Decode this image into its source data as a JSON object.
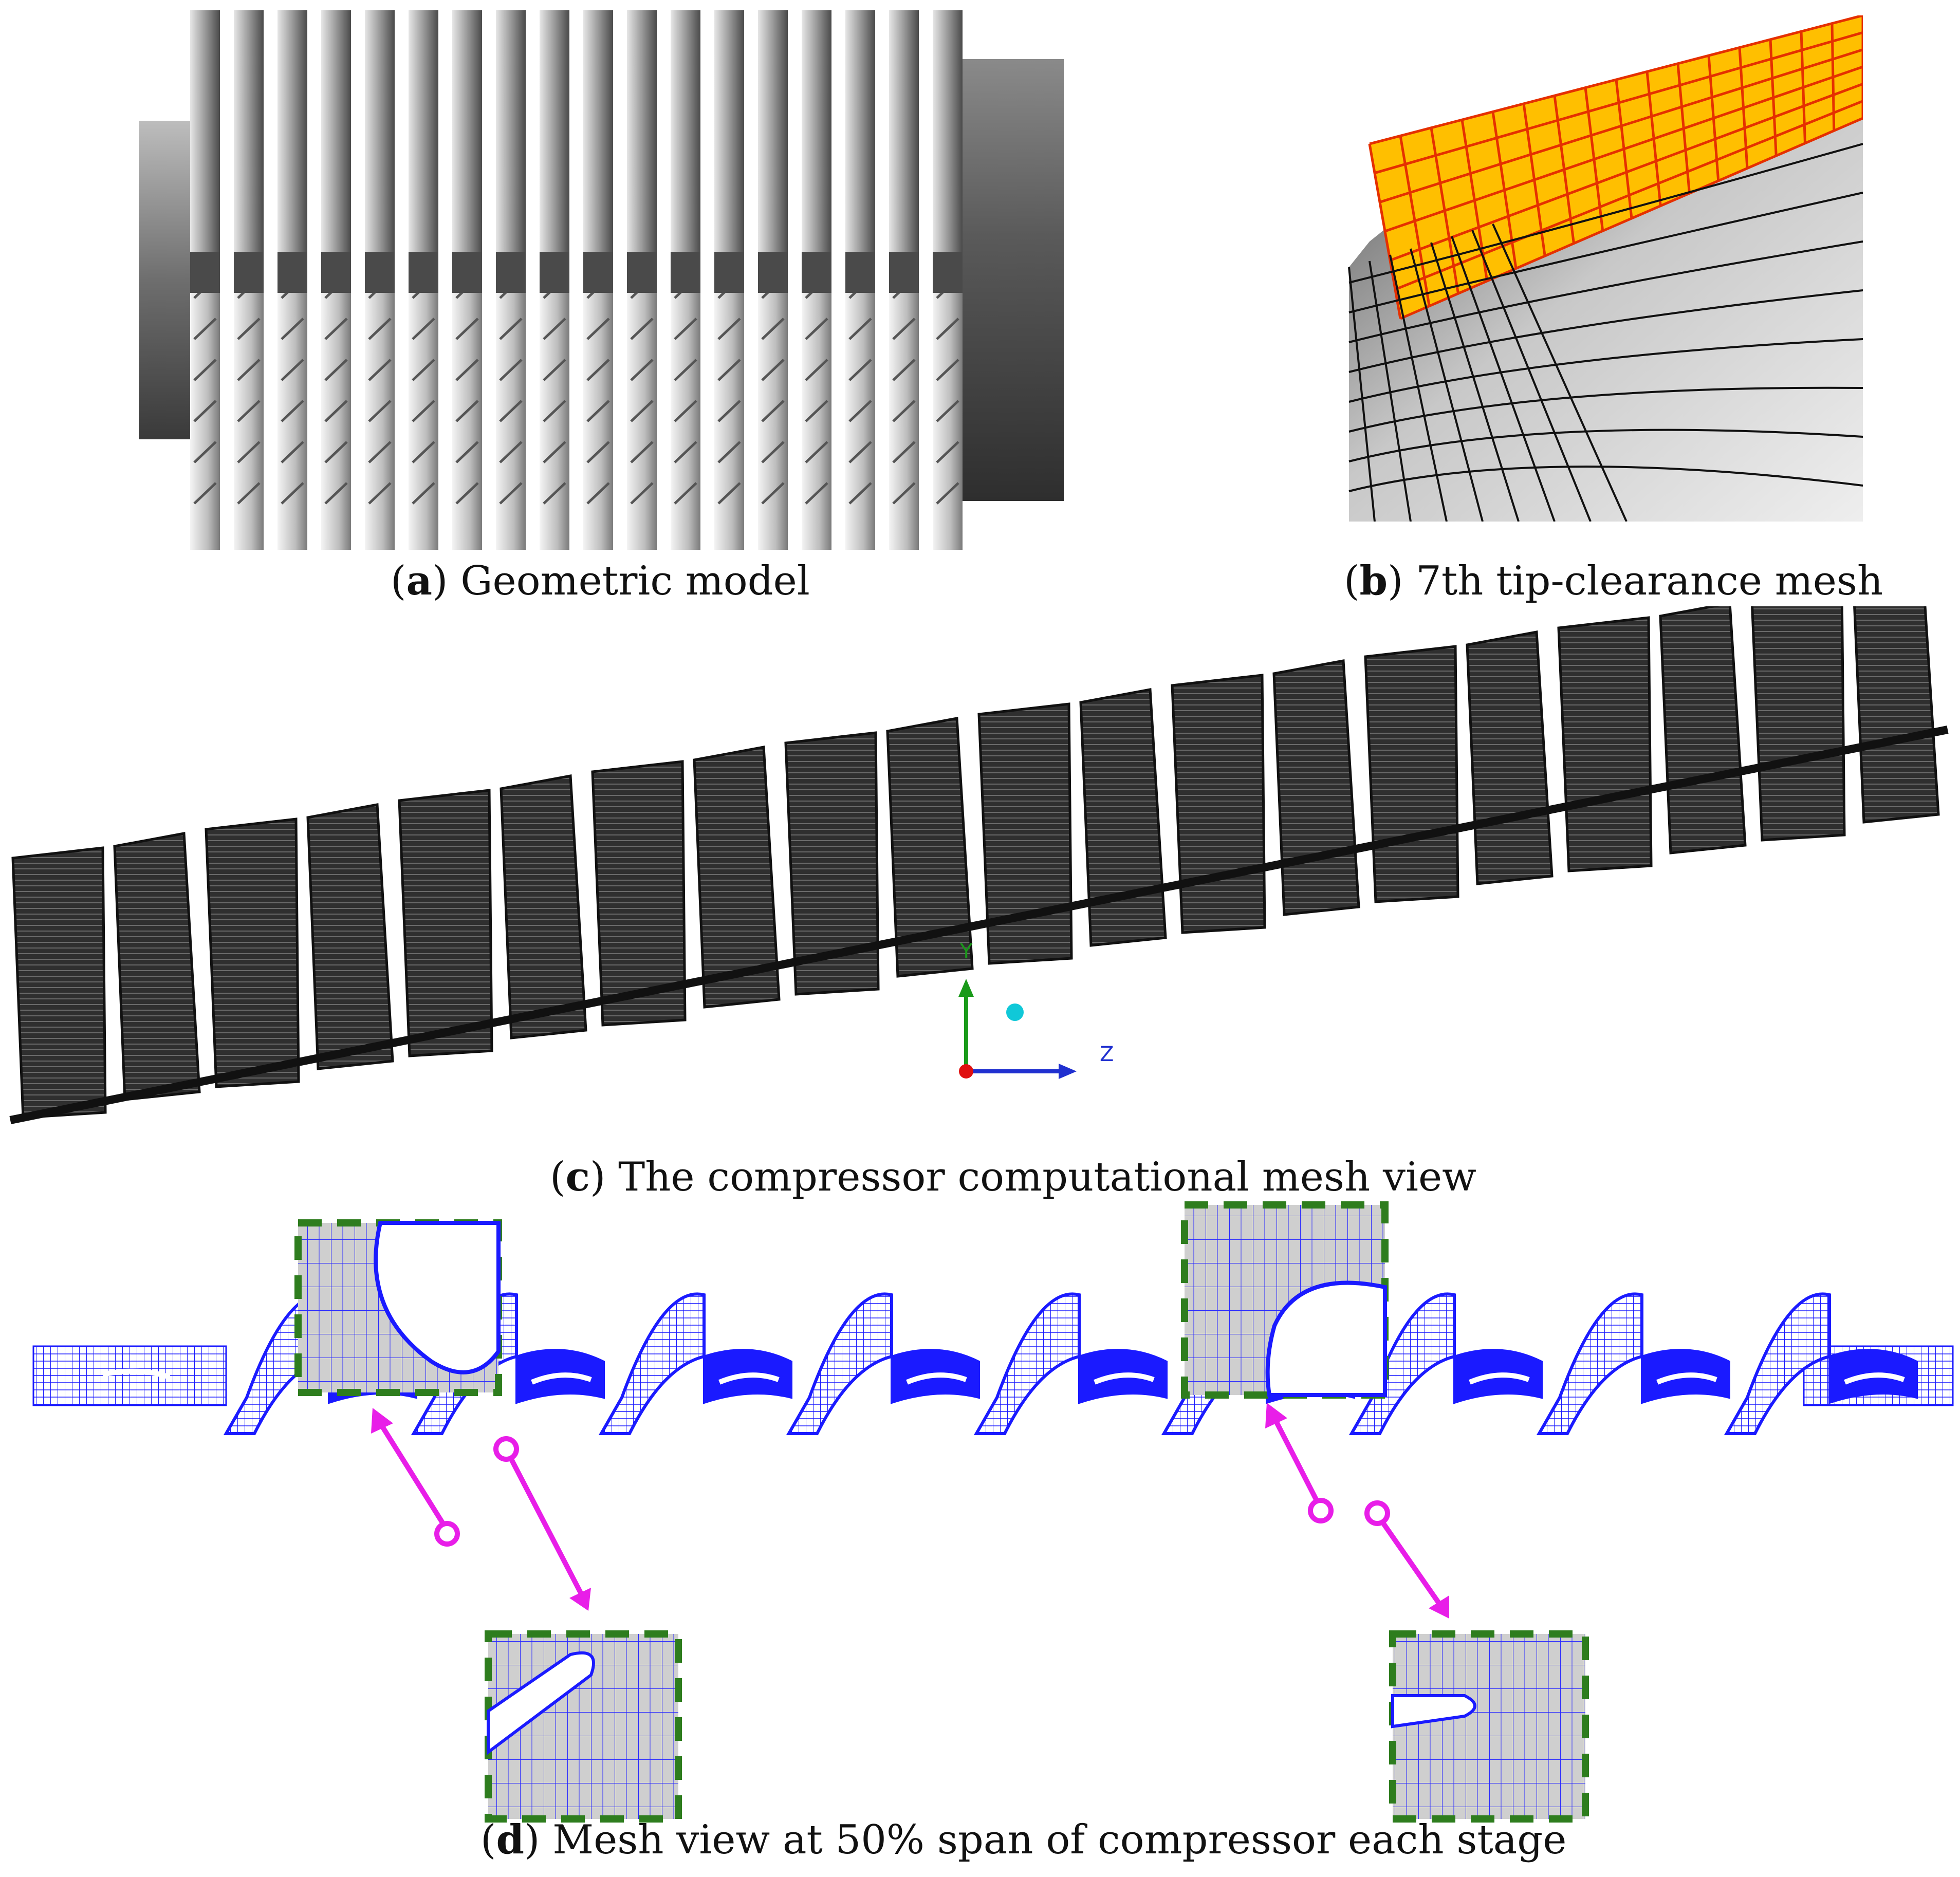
{
  "panels": {
    "a": {
      "letter": "a",
      "caption": " Geometric model"
    },
    "b": {
      "letter": "b",
      "caption": " 7th tip-clearance mesh"
    },
    "c": {
      "letter": "c",
      "caption": " The compressor computational mesh view"
    },
    "d": {
      "letter": "d",
      "caption": " Mesh view at 50% span of compressor each stage"
    }
  },
  "axes_triad": {
    "y_label": "Y",
    "z_label": "Z"
  },
  "colors": {
    "mesh_blue": "#1a1aff",
    "inset_border": "#2e7d1e",
    "arrow_magenta": "#e81ee8",
    "clearance_orange": "#ffbf00",
    "clearance_grid": "#e53000"
  }
}
